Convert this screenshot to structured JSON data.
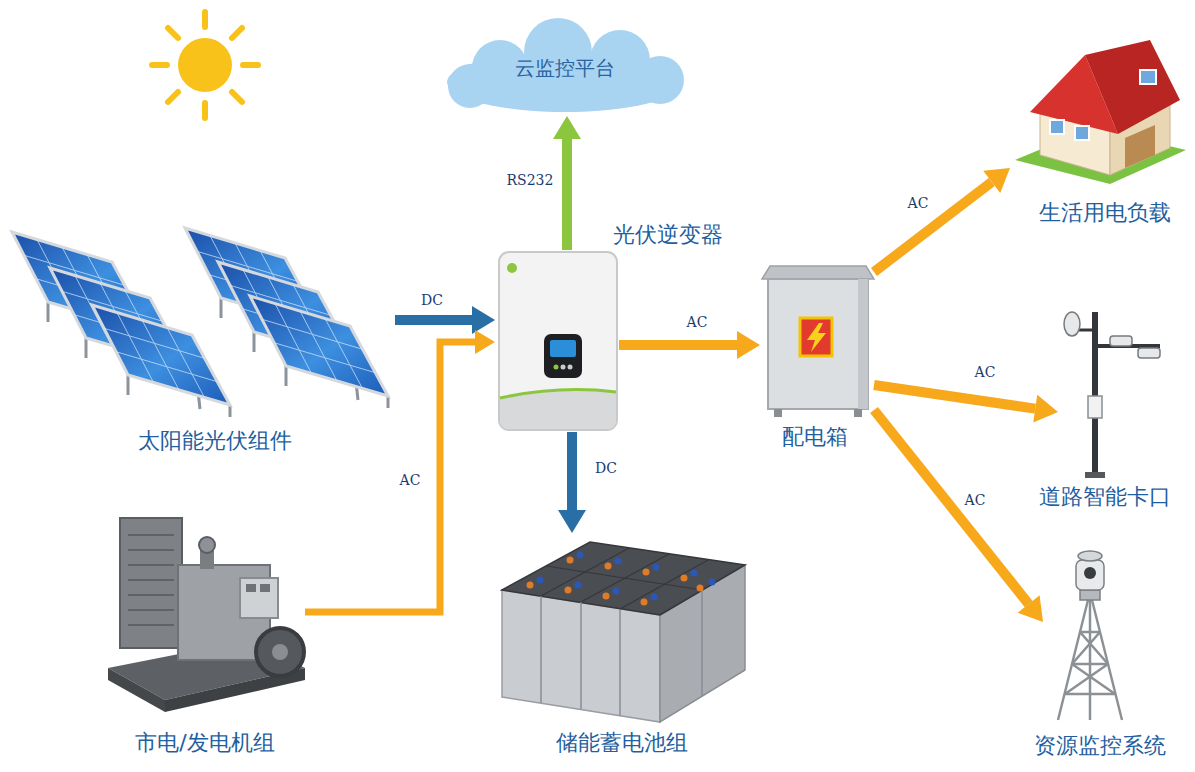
{
  "diagram": {
    "nodes": [
      {
        "text": [
          "太阳能光伏组件"
        ]
      },
      {
        "text": [
          "市电/发电机组"
        ]
      },
      {
        "text": [
          "云监控平台"
        ]
      },
      {
        "text": [
          "光伏逆变器"
        ]
      },
      {
        "text": [
          "储能蓄电池组"
        ]
      },
      {
        "text": [
          "配电箱"
        ]
      },
      {
        "text": [
          "生活用电负载"
        ]
      },
      {
        "text": [
          "道路智能卡口"
        ]
      },
      {
        "text": [
          "资源监控系统"
        ]
      }
    ],
    "edges": [
      {
        "from": 0,
        "to": 3,
        "label": "DC",
        "arrow": "to"
      },
      {
        "from": 1,
        "to": 3,
        "label": "AC",
        "arrow": "to"
      },
      {
        "from": 3,
        "to": 2,
        "label": "RS232",
        "arrow": "to"
      },
      {
        "from": 3,
        "to": 4,
        "label": "DC",
        "arrow": "to"
      },
      {
        "from": 3,
        "to": 5,
        "label": "AC",
        "arrow": "to"
      },
      {
        "from": 5,
        "to": 6,
        "label": "AC",
        "arrow": "to"
      },
      {
        "from": 5,
        "to": 7,
        "label": "AC",
        "arrow": "to"
      },
      {
        "from": 5,
        "to": 8,
        "label": "AC",
        "arrow": "to"
      }
    ]
  }
}
